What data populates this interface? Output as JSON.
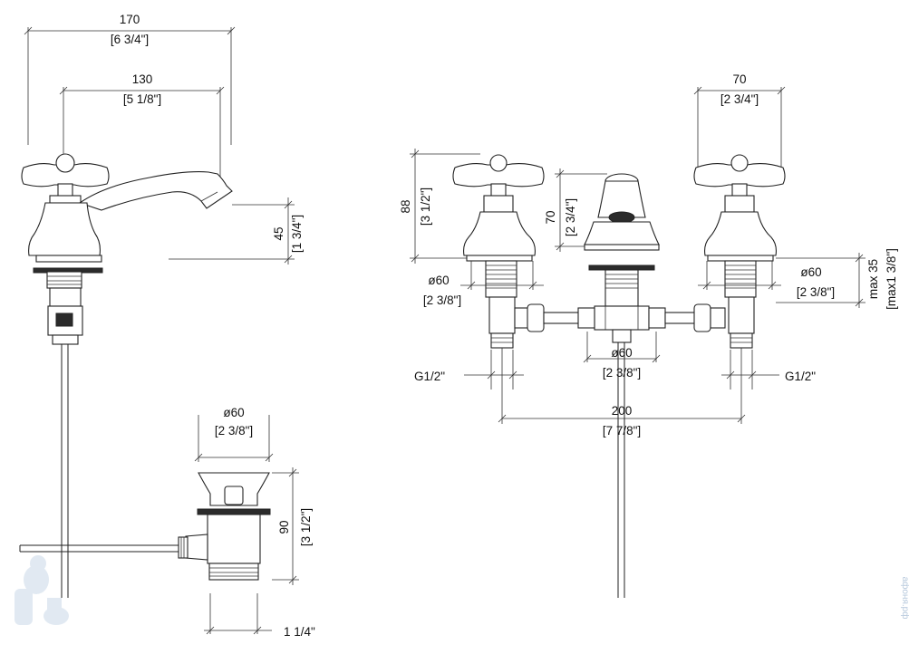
{
  "dimensions": {
    "spout_length": {
      "mm": "170",
      "inch": "[6 3/4\"]"
    },
    "spout_reach": {
      "mm": "130",
      "inch": "[5 1/8\"]"
    },
    "spout_height": {
      "mm": "45",
      "inch": "[1 3/4\"]"
    },
    "waste_diameter": {
      "mm": "ø60",
      "inch": "[2 3/8\"]"
    },
    "waste_height": {
      "mm": "90",
      "inch": "[3 1/2\"]"
    },
    "waste_thread": {
      "label": "1 1/4\""
    },
    "handle_height": {
      "mm": "88",
      "inch": "[3 1/2\"]"
    },
    "spout_body_height": {
      "mm": "70",
      "inch": "[2 3/4\"]"
    },
    "handle_spread": {
      "mm": "70",
      "inch": "[2 3/4\"]"
    },
    "left_valve_diameter": {
      "mm": "ø60",
      "inch": "[2 3/8\"]"
    },
    "right_valve_diameter": {
      "mm": "ø60",
      "inch": "[2 3/8\"]"
    },
    "center_diameter": {
      "mm": "ø60",
      "inch": "[2 3/8\"]"
    },
    "max_deck": {
      "mm": "max 35",
      "inch": "[max1 3/8\"]"
    },
    "left_inlet": {
      "label": "G1/2\""
    },
    "right_inlet": {
      "label": "G1/2\""
    },
    "centers": {
      "mm": "200",
      "inch": "[7 7/8\"]"
    }
  },
  "watermark": {
    "text": "афоня.рф",
    "icon": "plumber-mascot-icon"
  },
  "colors": {
    "line": "#222222",
    "watermark": "#b6c8dc"
  }
}
